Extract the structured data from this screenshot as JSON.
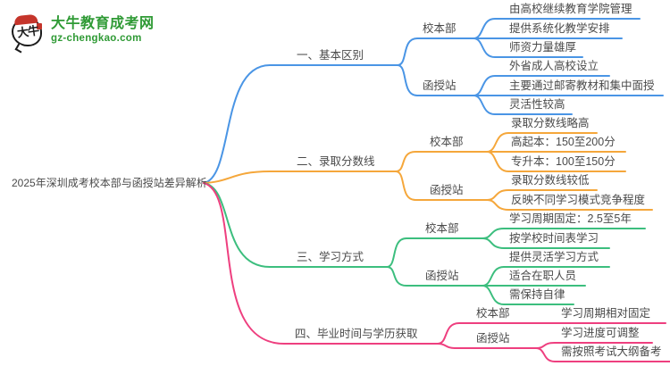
{
  "logo": {
    "icon_text": "大牛",
    "title": "大牛教育成考网",
    "subtitle": "gz-chengkao.com"
  },
  "root": {
    "title": "2025年深圳成考校本部与函授站差异解析"
  },
  "colors": {
    "branch1": "#4a95e5",
    "branch2": "#f5a73b",
    "branch3": "#3cbe7e",
    "bran4_unused": "#ee3f7f",
    "branch4": "#ee3f7f",
    "text": "#4a4a4a",
    "logo_green": "#2f9a35",
    "logo_red": "#c5352b"
  },
  "branches": [
    {
      "label": "一、基本区别",
      "groups": [
        {
          "label": "校本部",
          "leaves": [
            "由高校继续教育学院管理",
            "提供系统化教学安排",
            "师资力量雄厚"
          ]
        },
        {
          "label": "函授站",
          "leaves": [
            "外省成人高校设立",
            "主要通过邮寄教材和集中面授",
            "灵活性较高"
          ]
        }
      ]
    },
    {
      "label": "二、录取分数线",
      "groups": [
        {
          "label": "校本部",
          "leaves": [
            "录取分数线略高",
            "高起本：150至200分",
            "专升本：100至150分"
          ]
        },
        {
          "label": "函授站",
          "leaves": [
            "录取分数线较低",
            "反映不同学习模式竞争程度"
          ]
        }
      ]
    },
    {
      "label": "三、学习方式",
      "groups": [
        {
          "label": "校本部",
          "leaves": [
            "学习周期固定：2.5至5年",
            "按学校时间表学习"
          ]
        },
        {
          "label": "函授站",
          "leaves": [
            "提供灵活学习方式",
            "适合在职人员",
            "需保持自律"
          ]
        }
      ]
    },
    {
      "label": "四、毕业时间与学历获取",
      "groups": [
        {
          "label": "校本部",
          "leaves": [
            "学习周期相对固定"
          ]
        },
        {
          "label": "函授站",
          "leaves": [
            "学习进度可调整",
            "需按照考试大纲备考"
          ]
        }
      ]
    }
  ]
}
